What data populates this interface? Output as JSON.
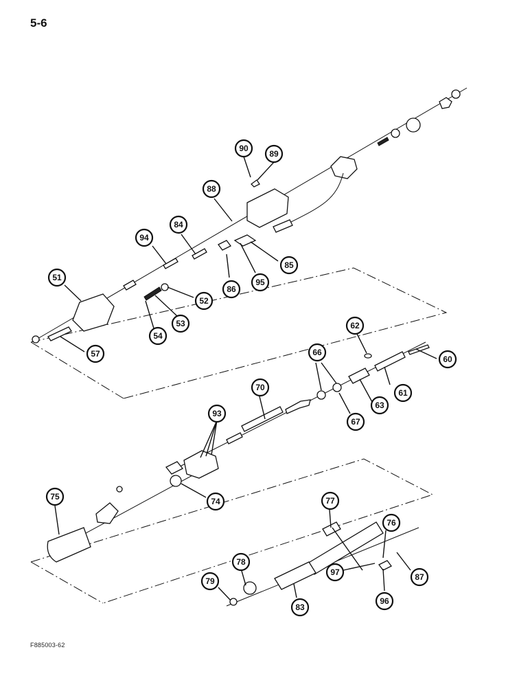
{
  "page": {
    "number": "5-6",
    "figure_code": "F885003-62"
  },
  "callouts": [
    "90",
    "89",
    "88",
    "84",
    "94",
    "51",
    "52",
    "53",
    "54",
    "86",
    "95",
    "85",
    "57",
    "62",
    "60",
    "66",
    "61",
    "63",
    "67",
    "70",
    "93",
    "75",
    "74",
    "77",
    "76",
    "78",
    "79",
    "83",
    "97",
    "87",
    "96"
  ]
}
